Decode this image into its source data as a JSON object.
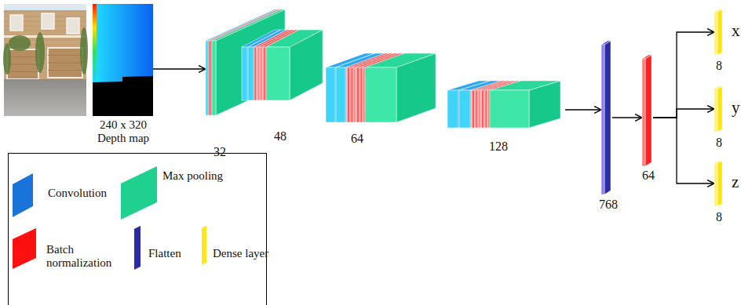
{
  "diagram": {
    "nodes": [
      {
        "text": [
          "240 x 320 Depth map"
        ]
      },
      {
        "text": [
          "32"
        ]
      },
      {
        "text": [
          "48"
        ]
      },
      {
        "text": [
          "64"
        ]
      },
      {
        "text": [
          "128"
        ]
      },
      {
        "text": [
          "768"
        ]
      },
      {
        "text": [
          "64"
        ]
      },
      {
        "text": [
          "x",
          "8"
        ]
      },
      {
        "text": [
          "y",
          "8"
        ]
      },
      {
        "text": [
          "z",
          "8"
        ]
      }
    ],
    "edges": [
      {
        "from": 0,
        "to": 1,
        "arrow": "to"
      },
      {
        "from": 4,
        "to": 5,
        "arrow": "to"
      },
      {
        "from": 5,
        "to": 6,
        "arrow": "to"
      },
      {
        "from": 6,
        "to": 7,
        "arrow": "to"
      },
      {
        "from": 6,
        "to": 8,
        "arrow": "to"
      },
      {
        "from": 6,
        "to": 9,
        "arrow": "to"
      }
    ],
    "legend": [
      {
        "text": "Convolution",
        "color": "#1a73d9"
      },
      {
        "text": "Max pooling",
        "color": "#1fd08f"
      },
      {
        "text": "Batch normalization",
        "color": "#ff1010"
      },
      {
        "text": "Flatten",
        "color": "#2b2ba6"
      },
      {
        "text": "Dense layer",
        "color": "#ffe81a"
      }
    ]
  }
}
